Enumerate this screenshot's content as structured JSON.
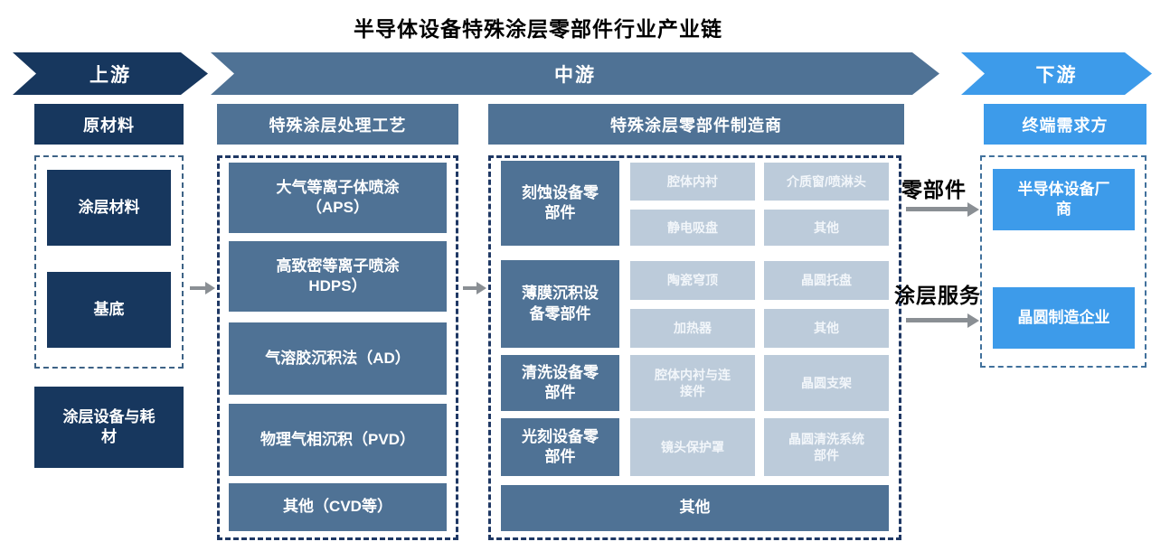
{
  "title": "半导体设备特殊涂层零部件行业产业链",
  "banners": {
    "upstream": "上游",
    "midstream": "中游",
    "downstream": "下游"
  },
  "colors": {
    "navy": "#17375E",
    "steel_blue": "#4F7295",
    "light_cell": "#BCCBDA",
    "bright_blue": "#3D9BEA",
    "arrow_gray": "#8A8F94"
  },
  "upstream": {
    "header": "原材料",
    "materials": [
      "涂层材料",
      "基底"
    ],
    "equipment": "涂层设备与耗\n材"
  },
  "midstream_process": {
    "header": "特殊涂层处理工艺",
    "items": [
      "大气等离子体喷涂\n（APS）",
      "高致密等离子喷涂\nHDPS）",
      "气溶胶沉积法（AD）",
      "物理气相沉积（PVD）",
      "其他（CVD等）"
    ]
  },
  "midstream_manufacturer": {
    "header": "特殊涂层零部件制造商",
    "rows": [
      {
        "category": "刻蚀设备零\n部件",
        "cells": [
          "腔体内衬",
          "介质窗/喷淋头",
          "静电吸盘",
          "其他"
        ]
      },
      {
        "category": "薄膜沉积设\n备零部件",
        "cells": [
          "陶瓷穹顶",
          "晶圆托盘",
          "加热器",
          "其他"
        ]
      },
      {
        "category": "清洗设备零\n部件",
        "cells": [
          "腔体内衬与连\n接件",
          "晶圆支架"
        ]
      },
      {
        "category": "光刻设备零\n部件",
        "cells": [
          "镜头保护罩",
          "晶圆清洗系统\n部件"
        ]
      }
    ],
    "other": "其他"
  },
  "downstream": {
    "header": "终端需求方",
    "customers": [
      "半导体设备厂\n商",
      "晶圆制造企业"
    ]
  },
  "flow_labels": {
    "parts": "零部件",
    "coating_service": "涂层服务"
  }
}
